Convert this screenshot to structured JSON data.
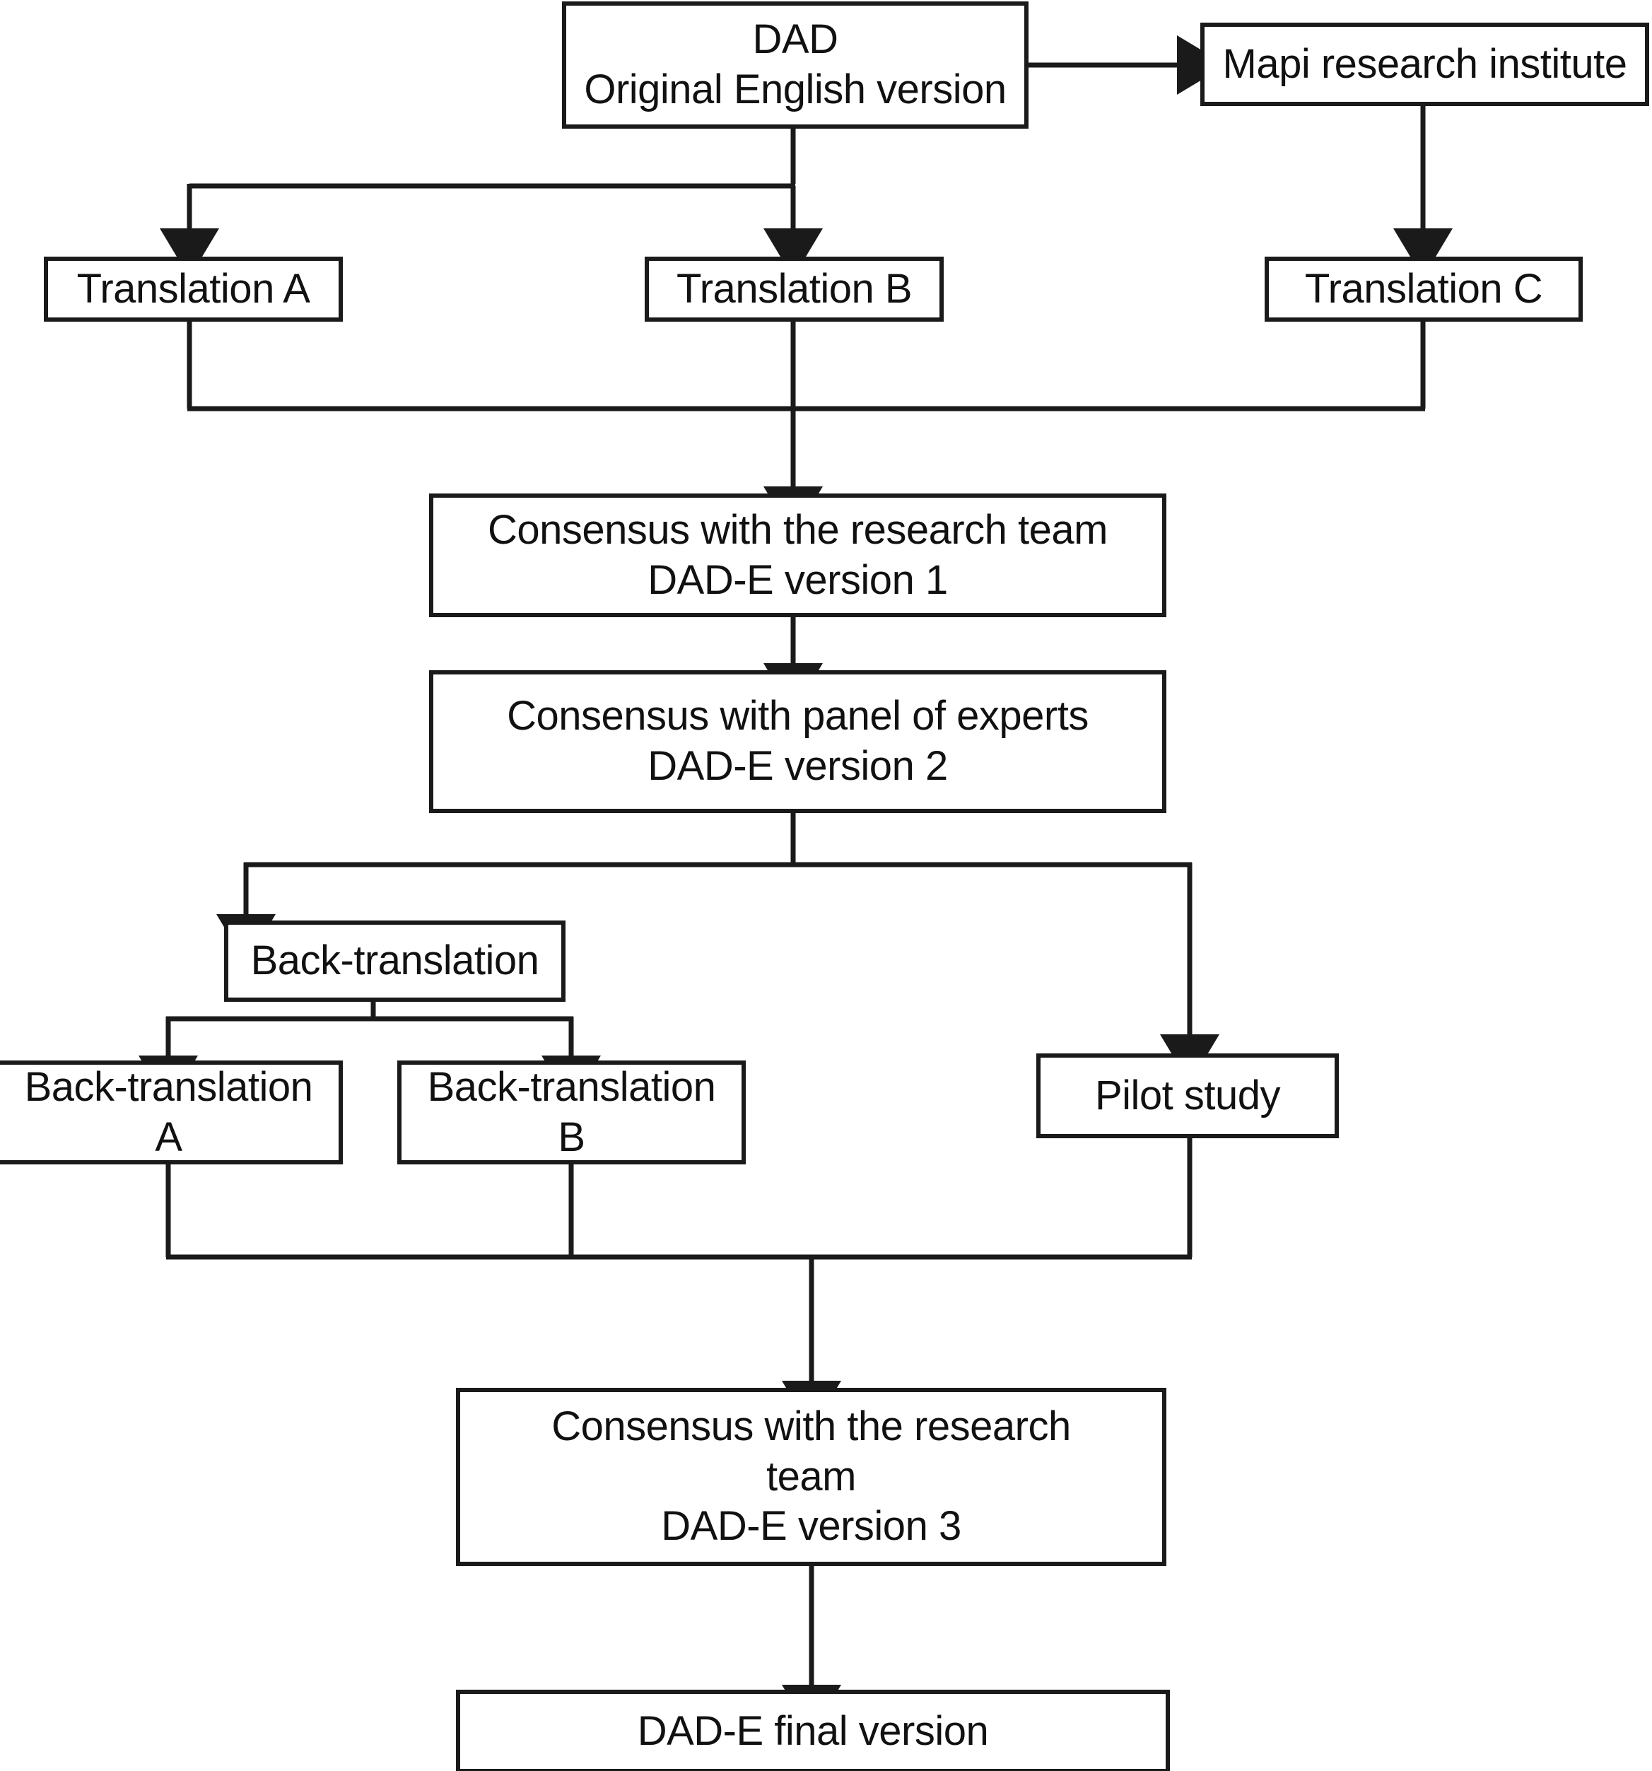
{
  "diagram": {
    "title": "DAD-E translation and cultural adaptation flowchart",
    "stroke_color": "#1a1a1a",
    "text_color": "#111111",
    "background_color": "#ffffff",
    "nodes": [
      {
        "id": "dad-original",
        "label": "DAD\nOriginal English version"
      },
      {
        "id": "mapi-institute",
        "label": "Mapi research institute"
      },
      {
        "id": "translation-a",
        "label": "Translation A"
      },
      {
        "id": "translation-b",
        "label": "Translation B"
      },
      {
        "id": "translation-c",
        "label": "Translation C"
      },
      {
        "id": "consensus-research-1",
        "label": "Consensus with the research team\nDAD-E version 1"
      },
      {
        "id": "consensus-experts",
        "label": "Consensus with panel of experts\nDAD-E version 2"
      },
      {
        "id": "back-translation",
        "label": "Back-translation"
      },
      {
        "id": "back-translation-a",
        "label": "Back-translation A"
      },
      {
        "id": "back-translation-b",
        "label": "Back-translation B"
      },
      {
        "id": "pilot-study",
        "label": "Pilot study"
      },
      {
        "id": "consensus-research-3",
        "label": "Consensus with the research\nteam\nDAD-E version 3"
      },
      {
        "id": "dad-e-final",
        "label": "DAD-E final version"
      }
    ],
    "edges": [
      {
        "from": "dad-original",
        "to": "mapi-institute"
      },
      {
        "from": "dad-original",
        "to": "translation-a"
      },
      {
        "from": "dad-original",
        "to": "translation-b"
      },
      {
        "from": "mapi-institute",
        "to": "translation-c"
      },
      {
        "from": "translation-a",
        "to": "consensus-research-1"
      },
      {
        "from": "translation-b",
        "to": "consensus-research-1"
      },
      {
        "from": "translation-c",
        "to": "consensus-research-1"
      },
      {
        "from": "consensus-research-1",
        "to": "consensus-experts"
      },
      {
        "from": "consensus-experts",
        "to": "back-translation"
      },
      {
        "from": "consensus-experts",
        "to": "pilot-study"
      },
      {
        "from": "back-translation",
        "to": "back-translation-a"
      },
      {
        "from": "back-translation",
        "to": "back-translation-b"
      },
      {
        "from": "back-translation-a",
        "to": "consensus-research-3"
      },
      {
        "from": "back-translation-b",
        "to": "consensus-research-3"
      },
      {
        "from": "pilot-study",
        "to": "consensus-research-3"
      },
      {
        "from": "consensus-research-3",
        "to": "dad-e-final"
      }
    ]
  }
}
